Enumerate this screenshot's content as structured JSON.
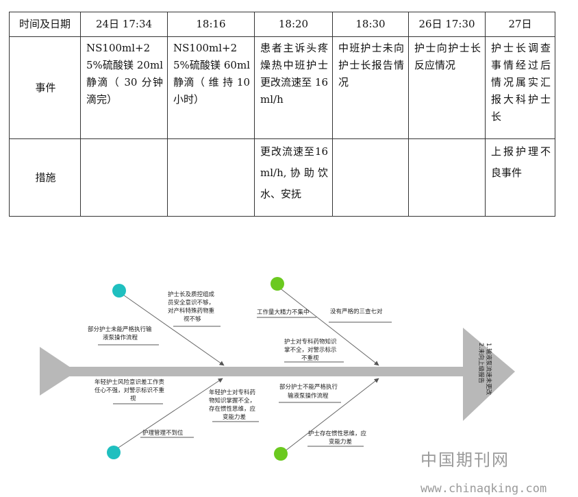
{
  "table": {
    "header": [
      "时间及日期",
      "24日 17:34",
      "18:16",
      "18:20",
      "18:30",
      "26日 17:30",
      "27日"
    ],
    "rows": [
      {
        "label": "事件",
        "cells": [
          "NS100ml+25%硫酸镁 20ml 静滴（ 30 分钟滴完）",
          "NS100ml+25%硫酸镁 60ml 静滴（ 维 持 10 小时）",
          "患者主诉头疼燥热中班护士更改流速至 16ml/h",
          "中班护士未向护士长报告情况",
          "护士向护士长反应情况",
          "护士长调查事情经过后情况属实汇报大科护士长"
        ]
      },
      {
        "label": "措施",
        "cells": [
          "",
          "",
          "更改流速至16ml/h,协助饮水、安抚",
          "",
          "",
          "上报护理不良事件"
        ]
      }
    ]
  },
  "fishbone": {
    "head_lines": [
      "1.输液泵流速未更改",
      "2.未向上级报告"
    ],
    "colors": {
      "teal": "#1fbfbf",
      "green": "#6bc91f",
      "spine": "#b8b8b8"
    },
    "causes": {
      "top_left_1": [
        "护士长及质控组成",
        "员安全意识不够，",
        "对产科特殊药物重",
        "视不够"
      ],
      "top_left_2": [
        "部分护士未能严格执行输",
        "液泵操作流程"
      ],
      "top_right_1": [
        "工作量大精力不集中"
      ],
      "top_right_2": [
        "没有严格的三查七对"
      ],
      "top_right_3": [
        "护士对专科药物知识",
        "掌不全，对警示标示",
        "不重视"
      ],
      "bottom_left_1": [
        "年轻护士风险意识差工作责",
        "任心不强，对警示标识不重",
        "视"
      ],
      "bottom_left_2": [
        "年轻护士对专科药",
        "物知识掌握不全，",
        "存在惯性思维，应",
        "变能力差"
      ],
      "bottom_left_3": [
        "护理管理不到位"
      ],
      "bottom_right_1": [
        "部分护士不能严格执行",
        "输液泵操作流程"
      ],
      "bottom_right_2": [
        "护士存在惯性思维，应",
        "变能力差"
      ]
    }
  },
  "watermark": {
    "cn": "中国期刊网",
    "url": "www.chinaqking.com"
  }
}
